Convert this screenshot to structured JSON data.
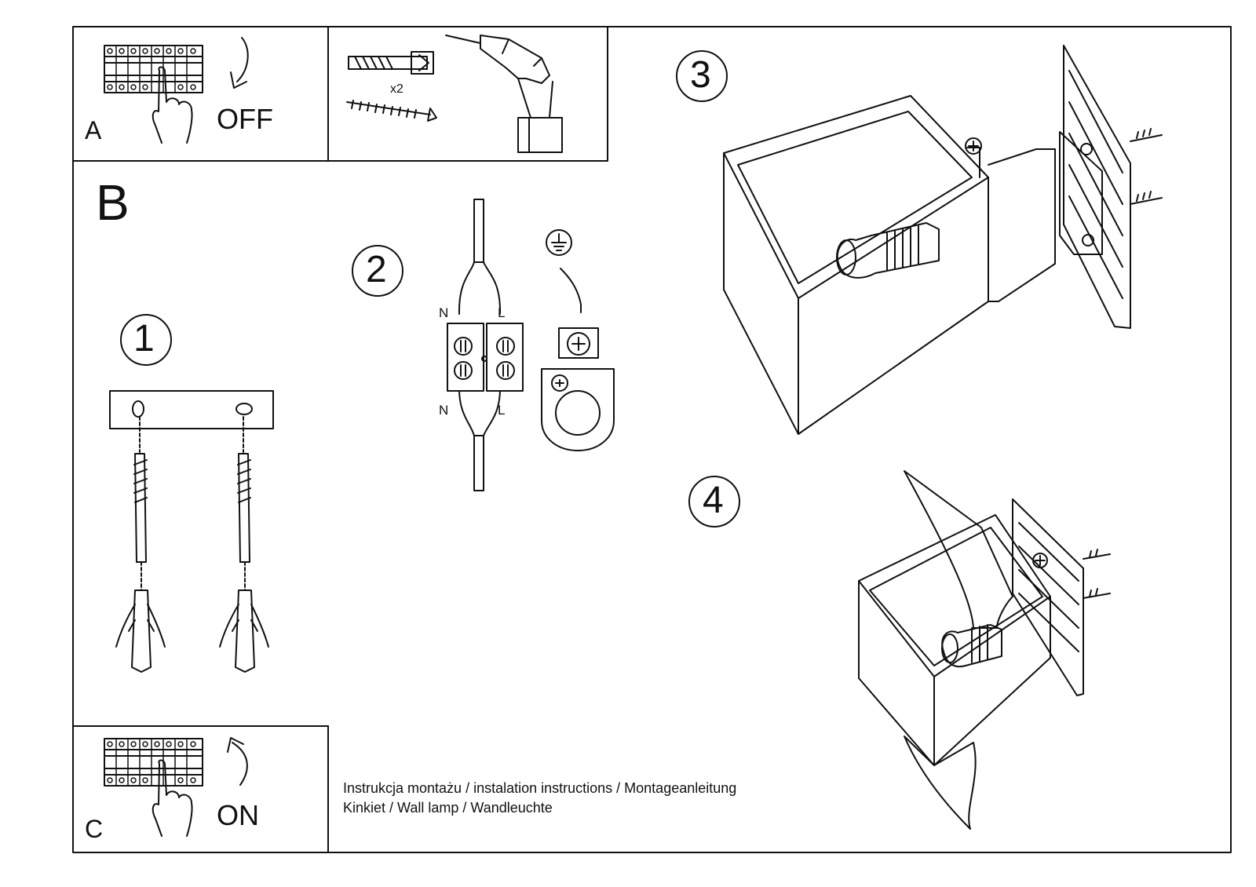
{
  "panels": {
    "a": {
      "letter": "A",
      "switch_state": "OFF"
    },
    "c": {
      "letter": "C",
      "switch_state": "ON"
    },
    "b": {
      "letter": "B"
    }
  },
  "tools": {
    "quantity": "x2"
  },
  "steps": [
    {
      "number": "1"
    },
    {
      "number": "2"
    },
    {
      "number": "3"
    },
    {
      "number": "4"
    }
  ],
  "wiring": {
    "neutral": "N",
    "live": "L"
  },
  "footer": {
    "line1": "Instrukcja montażu / instalation instructions / Montageanleitung",
    "line2": "Kinkiet / Wall lamp / Wandleuchte"
  }
}
